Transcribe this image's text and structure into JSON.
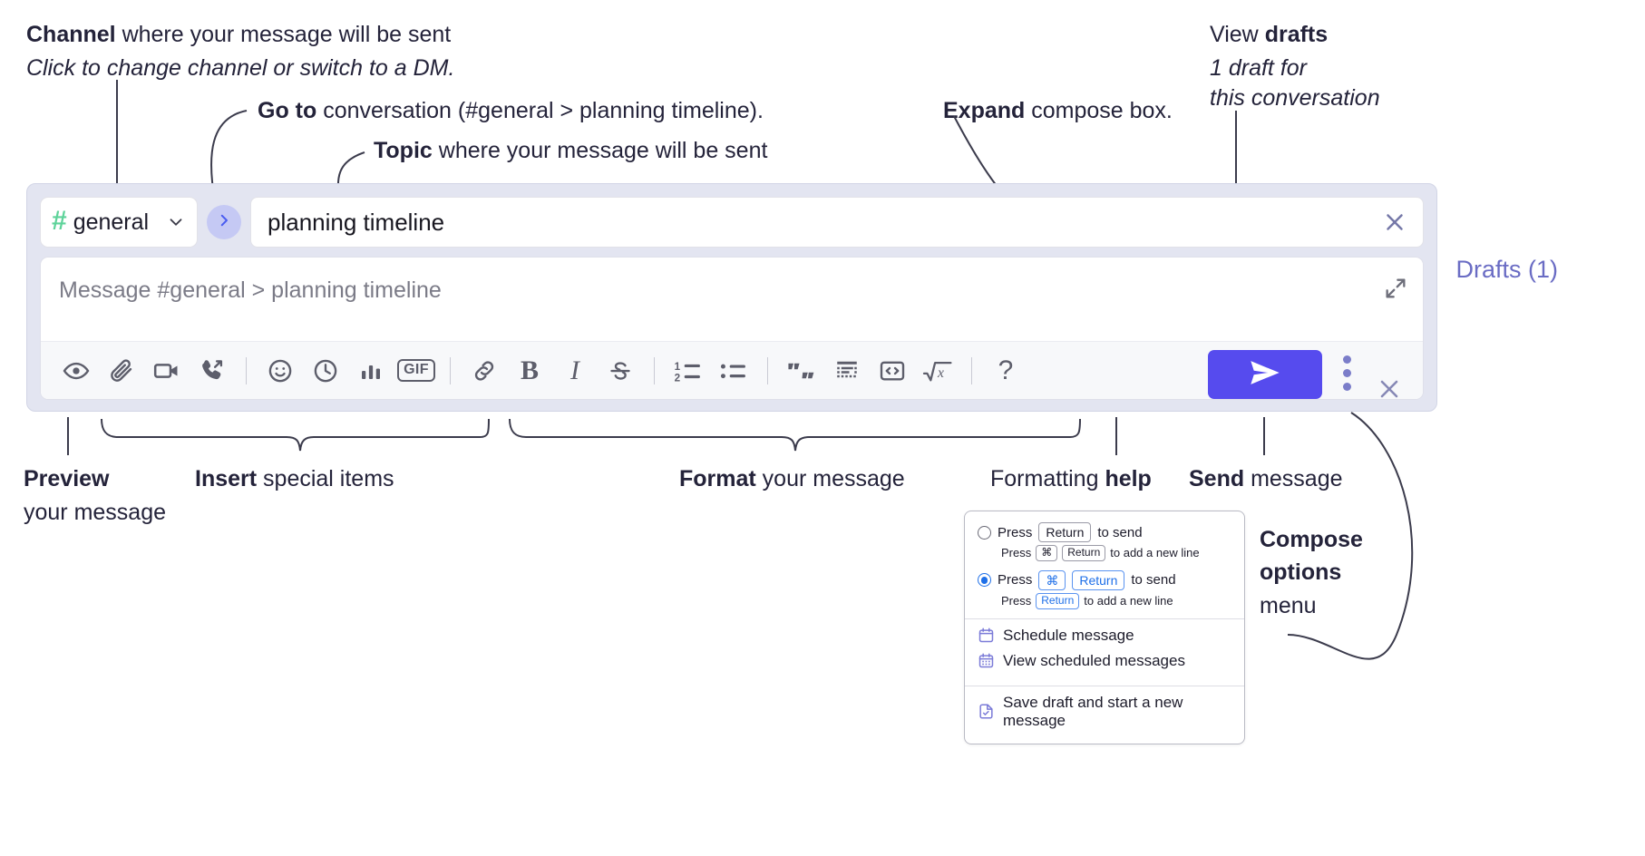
{
  "annotations": {
    "channel": {
      "bold": "Channel",
      "rest": " where your message will be sent",
      "italic": "Click to change channel or switch to a DM."
    },
    "goto": {
      "bold": "Go to",
      "rest": " conversation (#general > planning timeline)."
    },
    "topic": {
      "bold": "Topic",
      "rest": " where your message will be sent"
    },
    "expand": {
      "bold": "Expand",
      "rest": " compose box."
    },
    "drafts": {
      "lead": "View ",
      "bold": "drafts",
      "italic_1": "1 draft for",
      "italic_2": "this conversation"
    },
    "preview": {
      "bold": "Preview",
      "rest": "your message"
    },
    "insert": {
      "bold": "Insert",
      "rest": " special items"
    },
    "format": {
      "bold": "Format",
      "rest": " your message"
    },
    "help": {
      "lead": "Formatting ",
      "bold": "help"
    },
    "send": {
      "bold": "Send",
      "rest": " message"
    },
    "compose_options": {
      "bold_1": "Compose",
      "bold_2": "options",
      "rest": "menu"
    }
  },
  "compose": {
    "channel_name": "general",
    "channel_hash": "#",
    "topic_value": "planning timeline",
    "message_placeholder": "Message #general > planning timeline",
    "drafts_label": "Drafts (1)",
    "goto_icon": "chevron-right-icon",
    "clear_icon": "close-icon",
    "expand_icon": "expand-arrows-icon",
    "send_icon": "paper-plane-icon",
    "kebab_icon": "kebab-menu-icon",
    "close_icon": "close-icon"
  },
  "toolbar": {
    "groups": [
      {
        "name": "preview",
        "items": [
          {
            "icon": "eye-icon",
            "label": "Preview"
          }
        ]
      },
      {
        "name": "insert",
        "items": [
          {
            "icon": "paperclip-icon",
            "label": "Attach file"
          },
          {
            "icon": "video-camera-icon",
            "label": "Video clip"
          },
          {
            "icon": "phone-forward-icon",
            "label": "Audio clip"
          }
        ]
      },
      {
        "name": "insert-2",
        "items": [
          {
            "icon": "emoji-smiley-icon",
            "label": "Emoji"
          },
          {
            "icon": "clock-icon",
            "label": "Reminder"
          },
          {
            "icon": "bar-chart-icon",
            "label": "Poll"
          },
          {
            "icon": "gif-icon",
            "label": "GIF"
          }
        ]
      },
      {
        "name": "format",
        "items": [
          {
            "icon": "link-icon",
            "label": "Link"
          },
          {
            "icon": "bold-icon",
            "label": "B"
          },
          {
            "icon": "italic-icon",
            "label": "I"
          },
          {
            "icon": "strikethrough-icon",
            "label": "Strikethrough"
          }
        ]
      },
      {
        "name": "lists",
        "items": [
          {
            "icon": "ordered-list-icon",
            "label": "Ordered list"
          },
          {
            "icon": "bulleted-list-icon",
            "label": "Bulleted list"
          }
        ]
      },
      {
        "name": "blocks",
        "items": [
          {
            "icon": "blockquote-icon",
            "label": "Blockquote"
          },
          {
            "icon": "code-block-icon",
            "label": "Code block"
          },
          {
            "icon": "code-inline-icon",
            "label": "Code"
          },
          {
            "icon": "math-icon",
            "label": "Math"
          }
        ]
      },
      {
        "name": "help",
        "items": [
          {
            "icon": "question-mark-icon",
            "label": "?"
          }
        ]
      }
    ],
    "gif_label": "GIF",
    "bold_label": "B",
    "italic_label": "I",
    "help_label": "?"
  },
  "options_menu": {
    "radio_1": {
      "selected": false,
      "pre": "Press",
      "key": "Return",
      "post": "to send",
      "sub_pre": "Press",
      "sub_key_1": "⌘",
      "sub_key_2": "Return",
      "sub_post": "to add a new line"
    },
    "radio_2": {
      "selected": true,
      "pre": "Press",
      "key_1": "⌘",
      "key_2": "Return",
      "post": "to send",
      "sub_pre": "Press",
      "sub_key": "Return",
      "sub_post": "to add a new line"
    },
    "items": [
      {
        "icon": "calendar-icon",
        "label": "Schedule message"
      },
      {
        "icon": "calendar-grid-icon",
        "label": "View scheduled messages"
      }
    ],
    "items_2": [
      {
        "icon": "document-check-icon",
        "label": "Save draft and start a new message"
      }
    ]
  },
  "colors": {
    "panel_bg": "#e3e5f1",
    "send_button": "#564bee",
    "drafts_text": "#6a6cc4",
    "hash_green": "#5ed39a",
    "goto_circle": "#c5c9f4",
    "menu_accent": "#7b7bd8",
    "radio_blue": "#1e6fe8"
  }
}
